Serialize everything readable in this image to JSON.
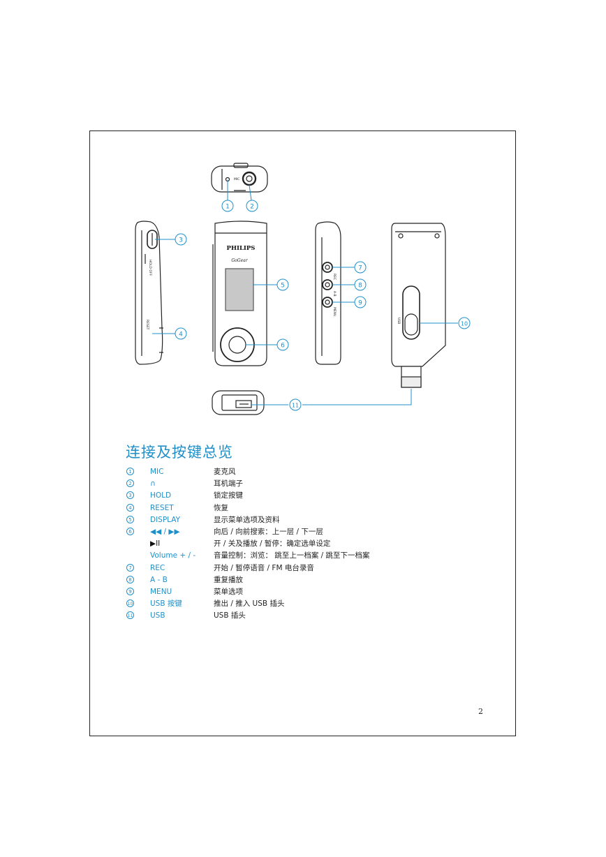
{
  "title": "连接及按键总览",
  "page_number": "2",
  "device": {
    "brand": "PHILIPS",
    "model": "GoGear",
    "port_labels": {
      "mic": "MIC",
      "hold": "HOLD OFF",
      "reset": "RESET",
      "rec": "REC",
      "ab": "A-B",
      "menu": "MENU",
      "usb": "USB"
    }
  },
  "callouts": [
    "1",
    "2",
    "3",
    "4",
    "5",
    "6",
    "7",
    "8",
    "9",
    "10",
    "11"
  ],
  "legend": [
    {
      "num": "1",
      "key": "MIC",
      "desc": "麦克风"
    },
    {
      "num": "2",
      "key": "∩",
      "desc": "耳机端子"
    },
    {
      "num": "3",
      "key": "HOLD",
      "desc": "锁定按键"
    },
    {
      "num": "4",
      "key": "RESET",
      "desc": "恢复"
    },
    {
      "num": "5",
      "key": "DISPLAY",
      "desc": "显示菜单选项及资料"
    },
    {
      "num": "6",
      "key": "◀◀ / ▶▶",
      "desc": "向后 / 向前搜索：上一层 / 下一层"
    },
    {
      "num": "",
      "key": "▶II",
      "desc": "开 / 关及播放 / 暂停：确定选单设定"
    },
    {
      "num": "",
      "key": "Volume + / -",
      "desc": "音量控制：浏览： 跳至上一档案 / 跳至下一档案"
    },
    {
      "num": "7",
      "key": "REC",
      "desc": "开始 / 暂停语音 / FM 电台录音"
    },
    {
      "num": "8",
      "key": "A - B",
      "desc": "重复播放"
    },
    {
      "num": "9",
      "key": "MENU",
      "desc": "菜单选项"
    },
    {
      "num": "10",
      "key": "USB 按键",
      "desc": "推出 / 推入 USB 插头"
    },
    {
      "num": "11",
      "key": "USB",
      "desc": "USB 插头"
    }
  ]
}
